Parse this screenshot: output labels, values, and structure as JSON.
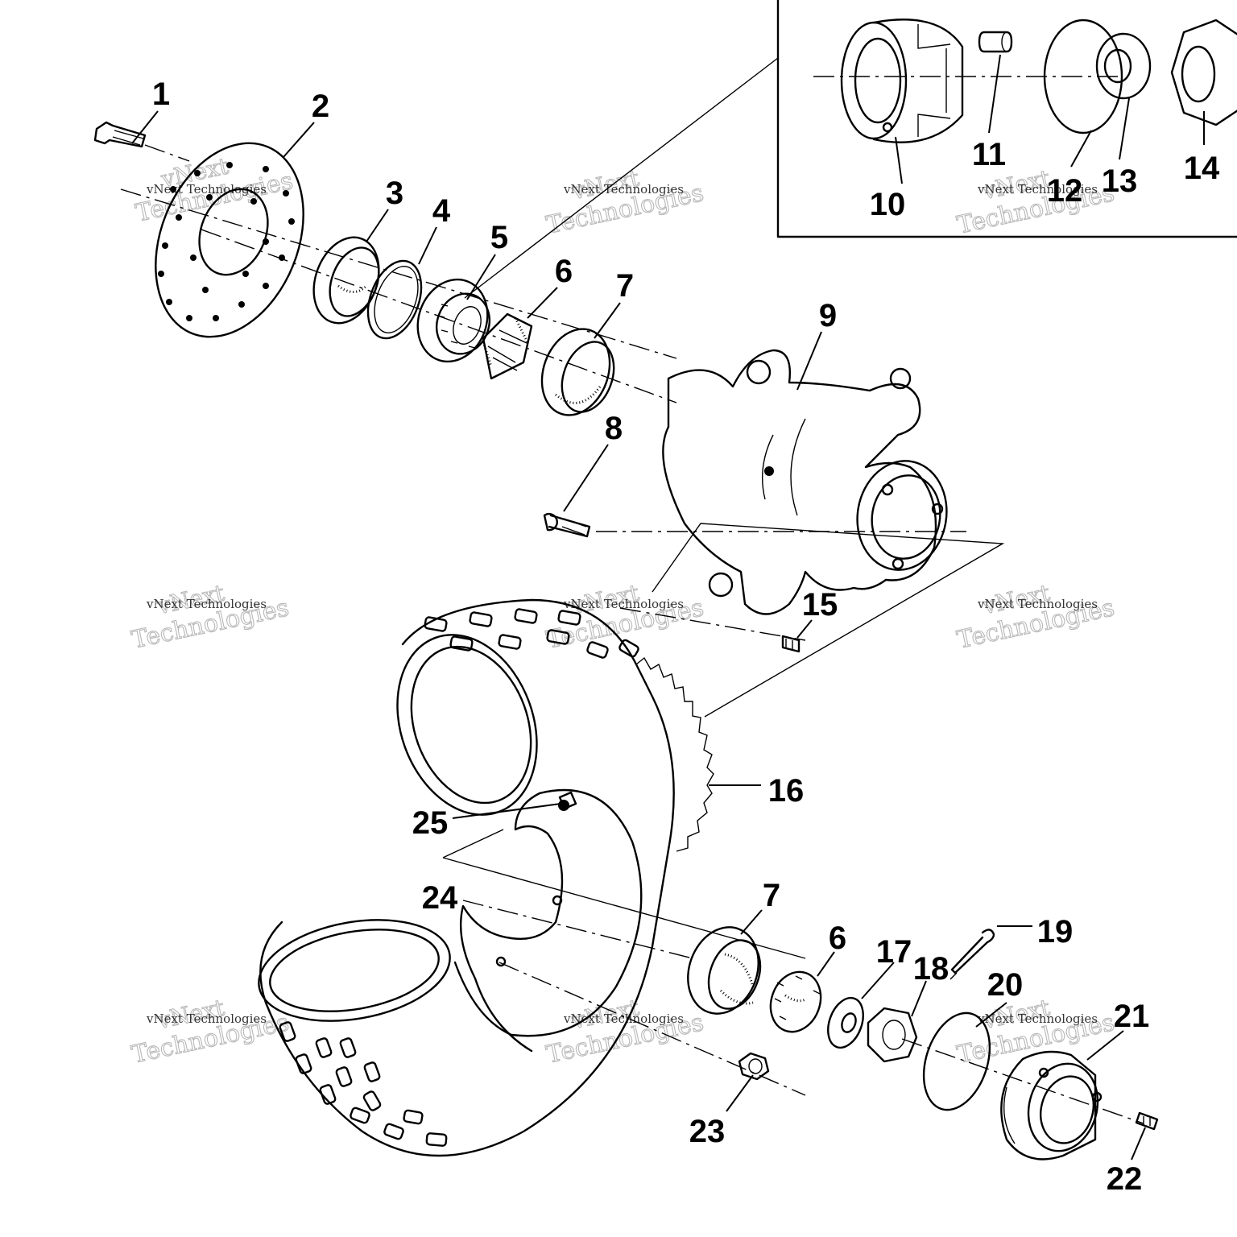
{
  "callouts": [
    {
      "id": "1",
      "label": "1"
    },
    {
      "id": "2",
      "label": "2"
    },
    {
      "id": "3",
      "label": "3"
    },
    {
      "id": "4",
      "label": "4"
    },
    {
      "id": "5",
      "label": "5"
    },
    {
      "id": "6a",
      "label": "6"
    },
    {
      "id": "7a",
      "label": "7"
    },
    {
      "id": "8",
      "label": "8"
    },
    {
      "id": "9",
      "label": "9"
    },
    {
      "id": "10",
      "label": "10"
    },
    {
      "id": "11",
      "label": "11"
    },
    {
      "id": "12",
      "label": "12"
    },
    {
      "id": "13",
      "label": "13"
    },
    {
      "id": "14",
      "label": "14"
    },
    {
      "id": "15",
      "label": "15"
    },
    {
      "id": "16",
      "label": "16"
    },
    {
      "id": "25",
      "label": "25"
    },
    {
      "id": "24",
      "label": "24"
    },
    {
      "id": "7b",
      "label": "7"
    },
    {
      "id": "6b",
      "label": "6"
    },
    {
      "id": "17",
      "label": "17"
    },
    {
      "id": "18",
      "label": "18"
    },
    {
      "id": "19",
      "label": "19"
    },
    {
      "id": "20",
      "label": "20"
    },
    {
      "id": "21",
      "label": "21"
    },
    {
      "id": "22",
      "label": "22"
    },
    {
      "id": "23",
      "label": "23"
    }
  ],
  "watermark": {
    "line1": "vNext",
    "line2": "Technologies",
    "small": "vNext Technologies"
  }
}
